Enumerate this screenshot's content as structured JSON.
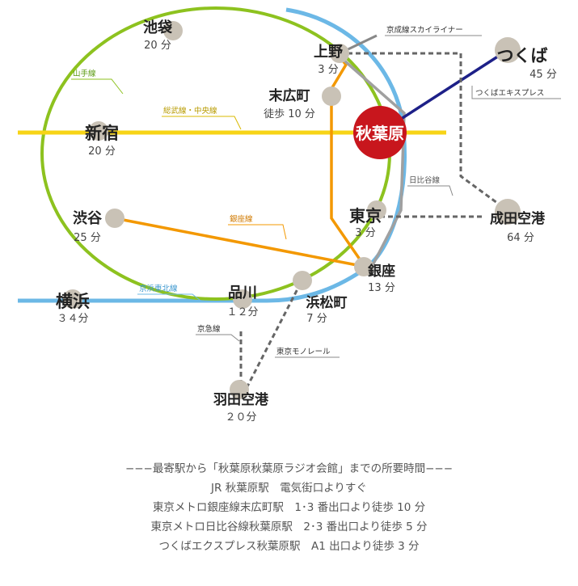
{
  "colors": {
    "yamanote": "#8dc21f",
    "sobu": "#f7d417",
    "keihin": "#6cb8e6",
    "ginza": "#f39800",
    "hibiya": "#a0a0a0",
    "keisei": "#666666",
    "tx": "#1d2088",
    "akiba": "#c8161d",
    "station": "#c9c2b6",
    "text": "#222222",
    "subtext": "#555555"
  },
  "lines": {
    "yamanote": "山手線",
    "sobu": "総武線・中央線",
    "keihin": "京浜東北線",
    "ginza": "銀座線",
    "hibiya": "日比谷線",
    "keisei": "京成線スカイライナー",
    "tx": "つくばエキスプレス",
    "keikyu": "京急線",
    "monorail": "東京モノレール"
  },
  "stations": {
    "akihabara": "秋葉原",
    "ueno": {
      "name": "上野",
      "time": "3 分"
    },
    "ikebukuro": {
      "name": "池袋",
      "time": "20 分"
    },
    "suehirocho": {
      "name": "末広町",
      "time": "徒歩 10 分"
    },
    "shinjuku": {
      "name": "新宿",
      "time": "20 分"
    },
    "shibuya": {
      "name": "渋谷",
      "time": "25 分"
    },
    "tokyo": {
      "name": "東京",
      "time": "3 分"
    },
    "ginza": {
      "name": "銀座",
      "time": "13 分"
    },
    "shinagawa": {
      "name": "品川",
      "time": "１２分"
    },
    "hamamatsucho": {
      "name": "浜松町",
      "time": "7 分"
    },
    "yokohama": {
      "name": "横浜",
      "time": "３４分"
    },
    "haneda": {
      "name": "羽田空港",
      "time": "２０分"
    },
    "narita": {
      "name": "成田空港",
      "time": "64 分"
    },
    "tsukuba": {
      "name": "つくば",
      "time": "45 分"
    }
  },
  "footer": {
    "heading": "−−−最寄駅から「秋葉原秋葉原ラジオ会館」までの所要時間−−−",
    "rows": [
      "JR 秋葉原駅　電気街口よりすぐ",
      "東京メトロ銀座線末広町駅　1･3 番出口より徒歩 10 分",
      "東京メトロ日比谷線秋葉原駅　2･3 番出口より徒歩 5 分",
      "つくばエクスプレス秋葉原駅　A1 出口より徒歩 3 分"
    ]
  }
}
